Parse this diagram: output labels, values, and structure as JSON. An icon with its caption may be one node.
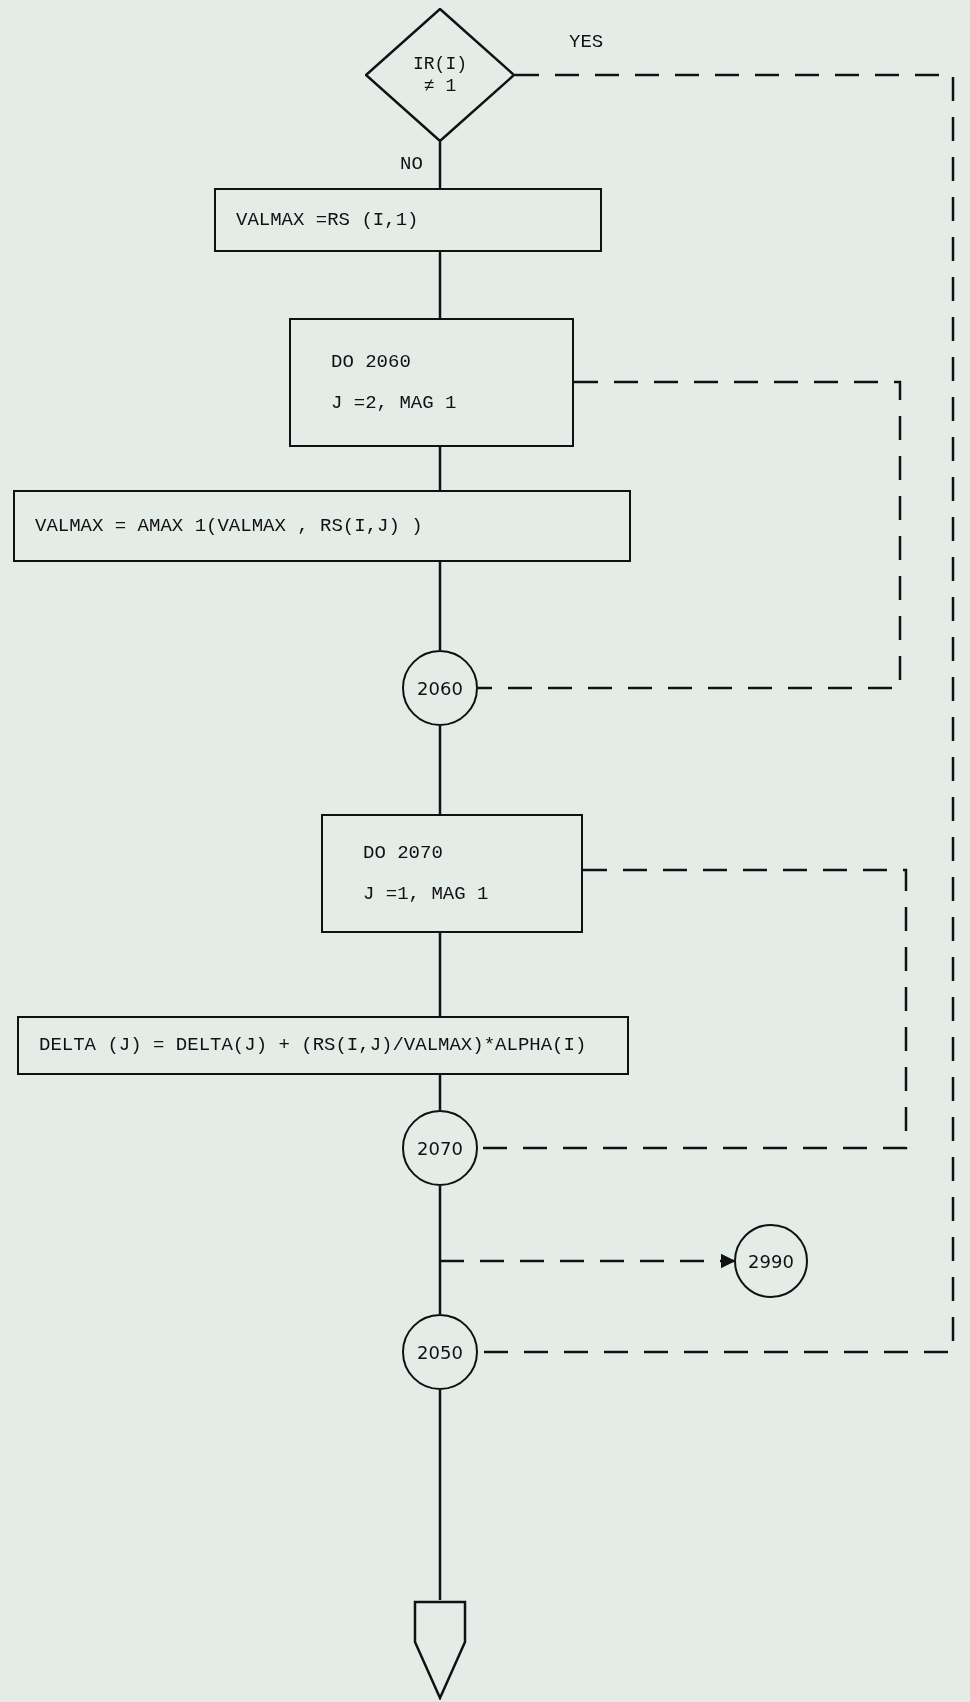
{
  "diagram": {
    "nodes": [
      {
        "text": [
          "IR(I) ≠ 1"
        ]
      },
      {
        "text": [
          "VALMAX =RS (I,1)"
        ]
      },
      {
        "text": [
          "DO 2060",
          "J =2, MAG 1"
        ]
      },
      {
        "text": [
          "VALMAX = AMAX 1(VALMAX , RS(I,J) )"
        ]
      },
      {
        "text": [
          "2060"
        ]
      },
      {
        "text": [
          "DO 2070",
          "J =1, MAG 1"
        ]
      },
      {
        "text": [
          "DELTA (J) = DELTA(J) + (RS(I,J)/VALMAX)*ALPHA(I)"
        ]
      },
      {
        "text": [
          "2070"
        ]
      },
      {
        "text": [
          "2990"
        ]
      },
      {
        "text": [
          "2050"
        ]
      },
      {
        "text": [],
        "shape": "pentagon"
      }
    ],
    "edges": [
      {
        "from": 0,
        "to": 1,
        "arrow": "none",
        "label": "NO"
      },
      {
        "from": 1,
        "to": 2,
        "arrow": "none"
      },
      {
        "from": 2,
        "to": 3,
        "arrow": "none"
      },
      {
        "from": 3,
        "to": 4,
        "arrow": "none"
      },
      {
        "from": 4,
        "to": 5,
        "arrow": "none"
      },
      {
        "from": 5,
        "to": 6,
        "arrow": "none"
      },
      {
        "from": 6,
        "to": 7,
        "arrow": "none"
      },
      {
        "from": 7,
        "to": 9,
        "arrow": "none"
      },
      {
        "from": 9,
        "to": 10,
        "arrow": "none"
      },
      {
        "from": 2,
        "to": 4,
        "arrow": "none",
        "style": "dashed"
      },
      {
        "from": 5,
        "to": 7,
        "arrow": "none",
        "style": "dashed"
      },
      {
        "from": null,
        "to": 8,
        "arrow": "to",
        "style": "dashed"
      },
      {
        "from": 0,
        "to": 9,
        "arrow": "none",
        "style": "dashed",
        "label": "YES"
      }
    ]
  }
}
